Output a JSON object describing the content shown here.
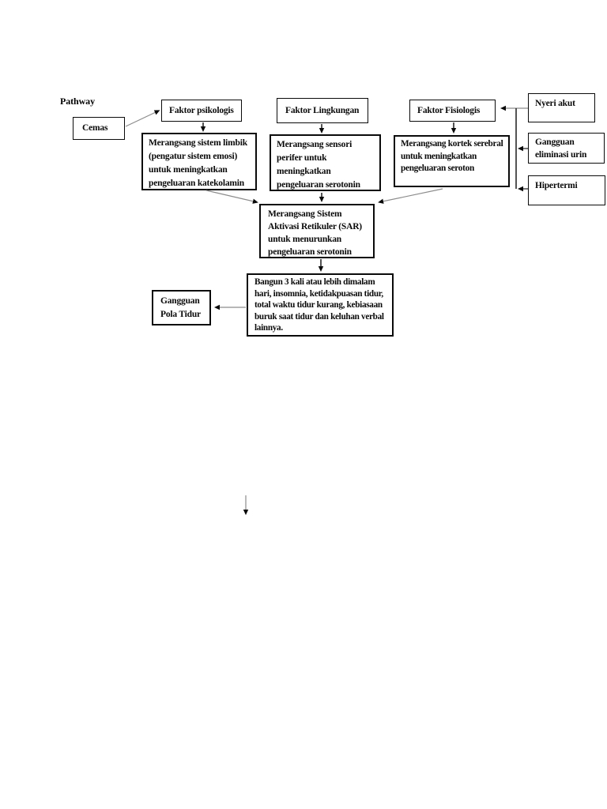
{
  "header": {
    "pathway_label": "Pathway"
  },
  "colors": {
    "background": "#ffffff",
    "box_border": "#0a0a0a",
    "text": "#0a0a0a",
    "connector_thin": "#8c8c8c",
    "connector_dark": "#1a1a1a"
  },
  "nodes": {
    "cemas": {
      "label": "Cemas"
    },
    "faktor_psikologis": {
      "label": "Faktor psikologis"
    },
    "faktor_lingkungan": {
      "label": "Faktor Lingkungan"
    },
    "faktor_fisiologis": {
      "label": "Faktor Fisiologis"
    },
    "nyeri_akut": {
      "label": "Nyeri akut"
    },
    "gangguan_eliminasi_urin": {
      "label": "Gangguan\neliminasi urin"
    },
    "hipertermi": {
      "label": "Hipertermi"
    },
    "merangsang_limbik": {
      "label": "Merangsang sistem limbik\n(pengatur sistem emosi)\nuntuk meningkatkan\npengeluaran katekolamin"
    },
    "merangsang_sensori": {
      "label": "Merangsang sensori\nperifer untuk\nmeningkatkan\npengeluaran serotonin"
    },
    "merangsang_kortek": {
      "label": "Merangsang kortek serebral\nuntuk meningkatkan\npengeluaran seroton"
    },
    "merangsang_sar": {
      "label": "Merangsang Sistem\nAktivasi Retikuler (SAR)\nuntuk menurunkan\npengeluaran serotonin"
    },
    "bangun": {
      "label": "Bangun 3 kali atau lebih dimalam\nhari, insomnia, ketidakpuasan tidur,\ntotal waktu tidur kurang, kebiasaan\nburuk saat tidur dan keluhan verbal\nlainnya."
    },
    "gangguan_pola_tidur": {
      "label": "Gangguan\nPola Tidur"
    }
  }
}
